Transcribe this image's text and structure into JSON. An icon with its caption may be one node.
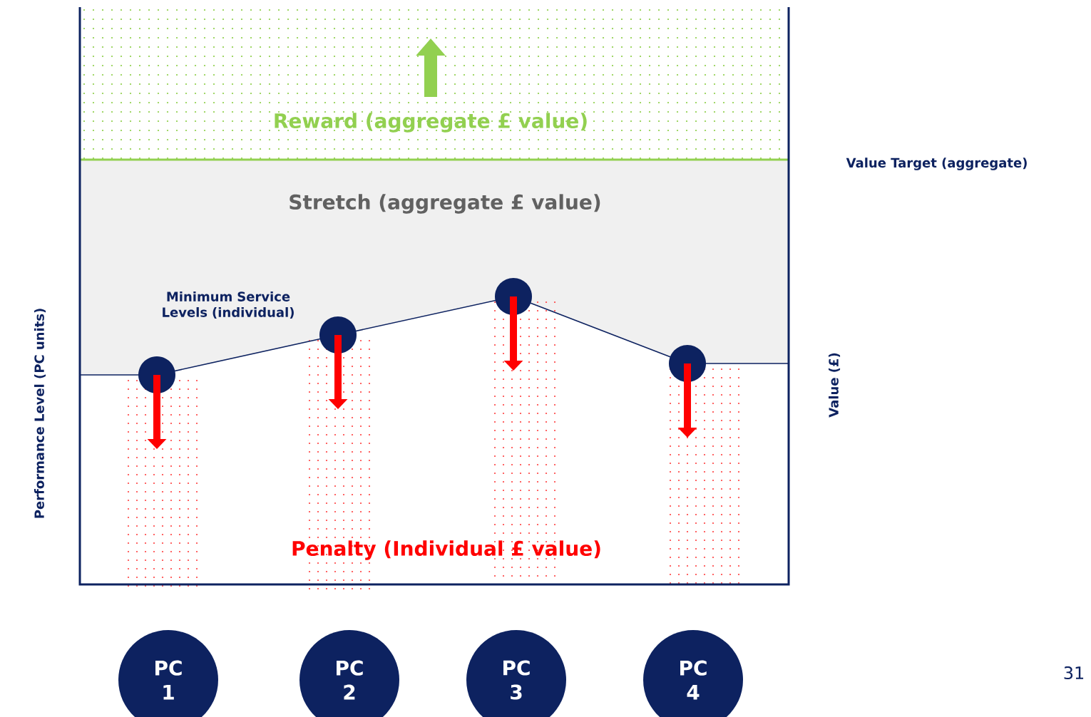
{
  "diagram": {
    "nodes": [
      {
        "text": [
          "PC 1"
        ]
      },
      {
        "text": [
          "PC 2"
        ]
      },
      {
        "text": [
          "PC 3"
        ]
      },
      {
        "text": [
          "PC 4"
        ]
      }
    ],
    "labels": [
      "Reward (aggregate £ value)",
      "Value Target (aggregate)",
      "Stretch (aggregate £ value)",
      "Minimum Service Levels (individual)",
      "Performance Level (PC units)",
      "Value (£)",
      "Penalty (Individual £ value)",
      "31"
    ]
  }
}
